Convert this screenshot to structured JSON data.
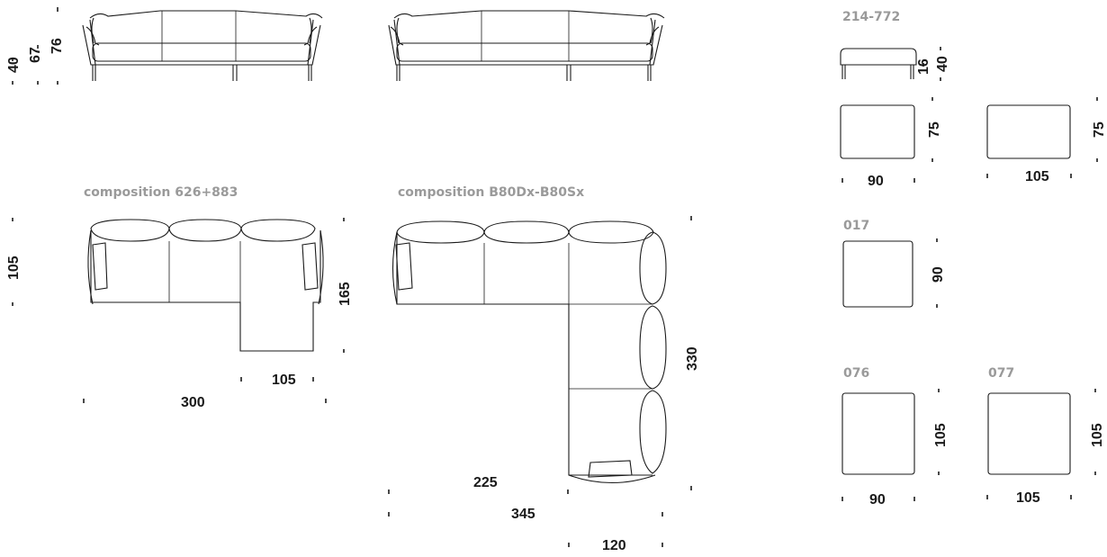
{
  "labels": {
    "pouf": "214-772",
    "comp1": "composition 626+883",
    "comp2": "composition B80Dx-B80Sx",
    "m017": "017",
    "m076": "076",
    "m077": "077"
  },
  "dims": {
    "front_h1": "40",
    "front_h2": "67",
    "front_h3": "76",
    "pouf_h1": "16",
    "pouf_h2": "40",
    "sq1_w": "90",
    "sq1_d": "75",
    "sq2_w": "105",
    "sq2_d": "75",
    "m017_d": "90",
    "m076_w": "90",
    "m076_d": "105",
    "m077_w": "105",
    "m077_d": "105",
    "c1_depth": "105",
    "c1_chaise": "165",
    "c1_chaise_w": "105",
    "c1_total": "300",
    "c2_side": "330",
    "c2_a": "225",
    "c2_total": "345",
    "c2_seat": "120"
  }
}
